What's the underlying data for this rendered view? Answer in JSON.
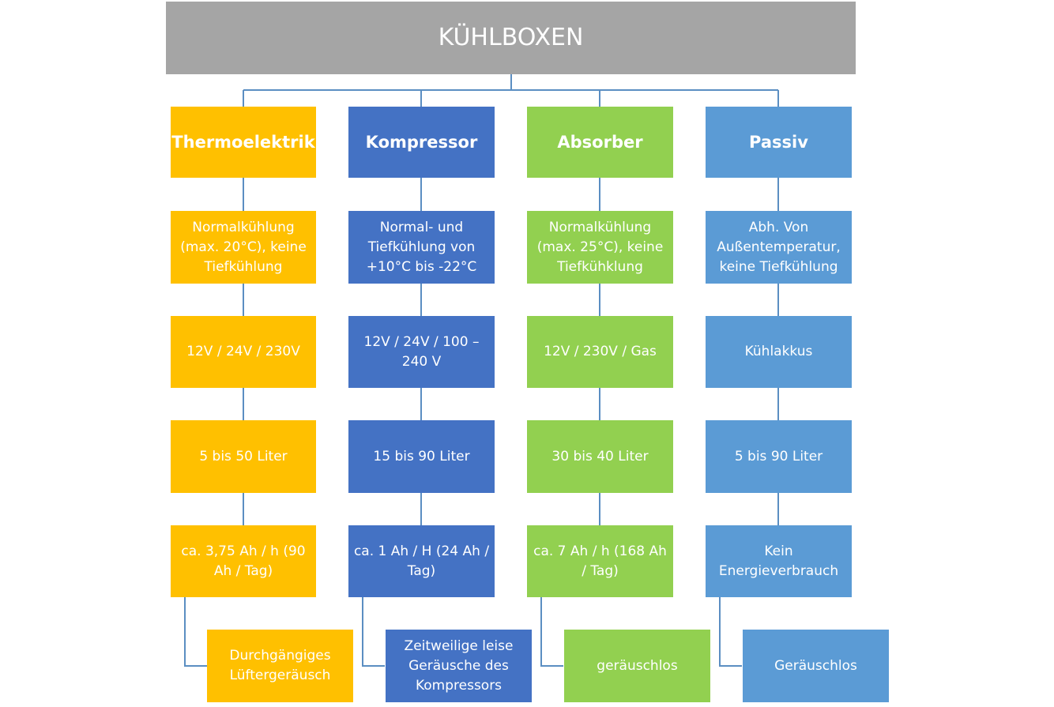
{
  "title": "KÜHLBOXEN",
  "colors": {
    "thermoelektrik": "#ffc000",
    "kompressor": "#4472c4",
    "absorber": "#92d050",
    "passiv": "#5b9bd5",
    "root": "#a5a5a5",
    "connector": "#5b8ec2"
  },
  "columns": [
    {
      "key": "thermoelektrik",
      "header": "Thermoelektrik",
      "cooling": "Normalkühlung (max. 20°C), keine Tiefkühlung",
      "voltage": "12V / 24V / 230V",
      "volume": "5 bis 50 Liter",
      "consumption": "ca. 3,75 Ah / h (90 Ah / Tag)",
      "noise": "Durchgängiges Lüftergeräusch"
    },
    {
      "key": "kompressor",
      "header": "Kompressor",
      "cooling": "Normal- und Tiefkühlung von +10°C bis -22°C",
      "voltage": "12V / 24V / 100 – 240 V",
      "volume": "15 bis 90 Liter",
      "consumption": "ca. 1 Ah / H (24 Ah / Tag)",
      "noise": "Zeitweilige leise Geräusche des Kompressors"
    },
    {
      "key": "absorber",
      "header": "Absorber",
      "cooling": "Normalkühlung (max. 25°C), keine Tiefkühklung",
      "voltage": "12V / 230V / Gas",
      "volume": "30 bis 40 Liter",
      "consumption": "ca. 7 Ah / h (168 Ah / Tag)",
      "noise": "geräuschlos"
    },
    {
      "key": "passiv",
      "header": "Passiv",
      "cooling": "Abh. Von Außentemperatur, keine Tiefkühlung",
      "voltage": "Kühlakkus",
      "volume": "5 bis 90 Liter",
      "consumption": "Kein Energieverbrauch",
      "noise": "Geräuschlos"
    }
  ]
}
